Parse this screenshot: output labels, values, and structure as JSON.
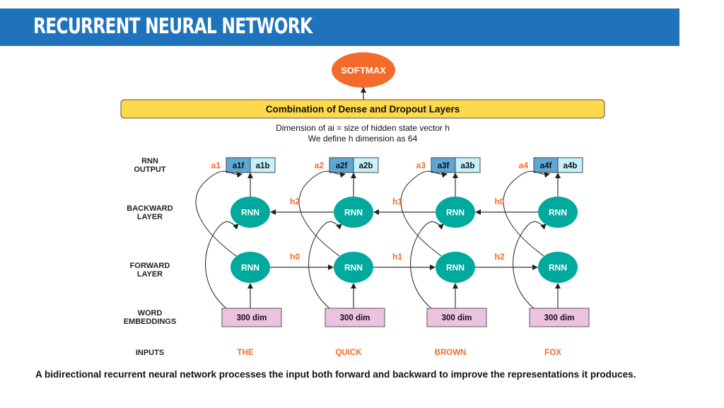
{
  "header": {
    "title": "RECURRENT NEURAL NETWORK"
  },
  "softmax": {
    "label": "SOFTMAX"
  },
  "dense_layer": {
    "label": "Combination of Dense and Dropout Layers"
  },
  "dimension_note": {
    "line1": "Dimension of ai = size of hidden state vector h",
    "line2": "We define h dimension as 64"
  },
  "row_labels": {
    "rnn_output": [
      "RNN",
      "OUTPUT"
    ],
    "backward": [
      "BACKWARD",
      "LAYER"
    ],
    "forward": [
      "FORWARD",
      "LAYER"
    ],
    "embeddings": [
      "WORD",
      "EMBEDDINGS"
    ],
    "inputs": "INPUTS"
  },
  "columns": [
    {
      "output_name": "a1",
      "forward_cell": "a1f",
      "backward_cell": "a1b",
      "embedding": "300 dim",
      "input": "THE"
    },
    {
      "output_name": "a2",
      "forward_cell": "a2f",
      "backward_cell": "a2b",
      "embedding": "300 dim",
      "input": "QUICK"
    },
    {
      "output_name": "a3",
      "forward_cell": "a3f",
      "backward_cell": "a3b",
      "embedding": "300 dim",
      "input": "BROWN"
    },
    {
      "output_name": "a4",
      "forward_cell": "a4f",
      "backward_cell": "a4b",
      "embedding": "300 dim",
      "input": "FOX"
    }
  ],
  "rnn_label": "RNN",
  "backward_hidden_labels": [
    "h2",
    "h1",
    "h0"
  ],
  "forward_hidden_labels": [
    "h0",
    "h1",
    "h2"
  ],
  "caption": "A bidirectional recurrent neural network processes the input both forward and backward to improve the representations it produces.",
  "colors": {
    "header": "#1f73bd",
    "softmax": "#f26b2a",
    "dense_layer": "#fdd94c",
    "rnn_node": "#00a99d",
    "forward_cell": "#5ea6d4",
    "backward_cell": "#c7f0fb",
    "embedding": "#ebc3e0",
    "accent_text": "#f26b2a"
  }
}
